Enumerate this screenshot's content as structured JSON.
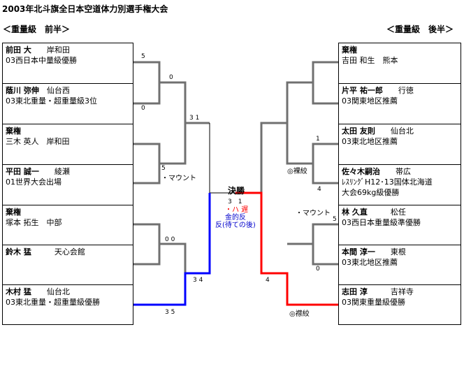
{
  "title": "2003年北斗旗全日本空道体力別選手権大会",
  "left_heading": "＜重量級　前半＞",
  "right_heading": "＜重量級　後半＞",
  "left_entries": [
    {
      "line1": "前田 大",
      "line1b": "岸和田",
      "line2": "03西日本中量級優勝"
    },
    {
      "line1": "蔭川 弥伸",
      "line1b": "仙台西",
      "line2": "03東北重量・超重量級3位"
    },
    {
      "line1": "棄権",
      "line1b": "",
      "line2": "三木 英人　岸和田"
    },
    {
      "line1": "平田 誠一",
      "line1b": "綾瀬",
      "line2": "01世界大会出場"
    },
    {
      "line1": "棄権",
      "line1b": "",
      "line2": "塚本 拓生　中部"
    },
    {
      "line1": "鈴木 猛",
      "line1b": "天心会館",
      "line2": ""
    },
    {
      "line1": "木村 猛",
      "line1b": "仙台北",
      "line2": "03東北重量・超重量級優勝"
    }
  ],
  "right_entries": [
    {
      "line1": "棄権",
      "line1b": "",
      "line2": "吉田 和生　熊本",
      "line3": ""
    },
    {
      "line1": "片平 祐一郎",
      "line1b": "行徳",
      "line2": "03関東地区推薦",
      "line3": ""
    },
    {
      "line1": "太田 友則",
      "line1b": "仙台北",
      "line2": "03東北地区推薦",
      "line3": ""
    },
    {
      "line1": "佐々木嗣治",
      "line1b": "帯広",
      "line2": "ﾚｽﾘﾝｸﾞH12･13国体北海道",
      "line3": "大会69kg級優勝"
    },
    {
      "line1": "林 久直",
      "line1b": "松任",
      "line2": "03西日本重量級準優勝",
      "line3": ""
    },
    {
      "line1": "本間 淳一",
      "line1b": "東根",
      "line2": "03東北地区推薦",
      "line3": ""
    },
    {
      "line1": "志田 淳",
      "line1b": "吉祥寺",
      "line2": "03関東重量級優勝",
      "line3": ""
    }
  ],
  "scores": {
    "l_r1a_top": "5",
    "l_r1a_bot": "0",
    "l_r2a_top": "0",
    "l_sf_top": "3 1",
    "l_r2b": "5",
    "l_r2b_note": "・マウント",
    "l_r2c_top": "0 0",
    "l_sf_bot": "3 4",
    "l_r1_last": "3 5",
    "r_r2b_top": "1",
    "r_r2b_bot": "4",
    "r_r2b_note": "◎裸絞",
    "r_r2c_top": "5",
    "r_r2c_note": "・マウント",
    "r_r2c_bot": "0",
    "r_sf_bot": "4",
    "r_last_note": "◎襟絞",
    "final_score": "3　1"
  },
  "final": {
    "label": "決勝",
    "note1": "・ハ 遅",
    "note2": "金的反",
    "note3": "反(待ての後)"
  },
  "colors": {
    "gray": "#707070",
    "red": "#ff0000",
    "blue": "#0000ff",
    "red_text": "#ff0000",
    "blue_text": "#0000cc"
  }
}
